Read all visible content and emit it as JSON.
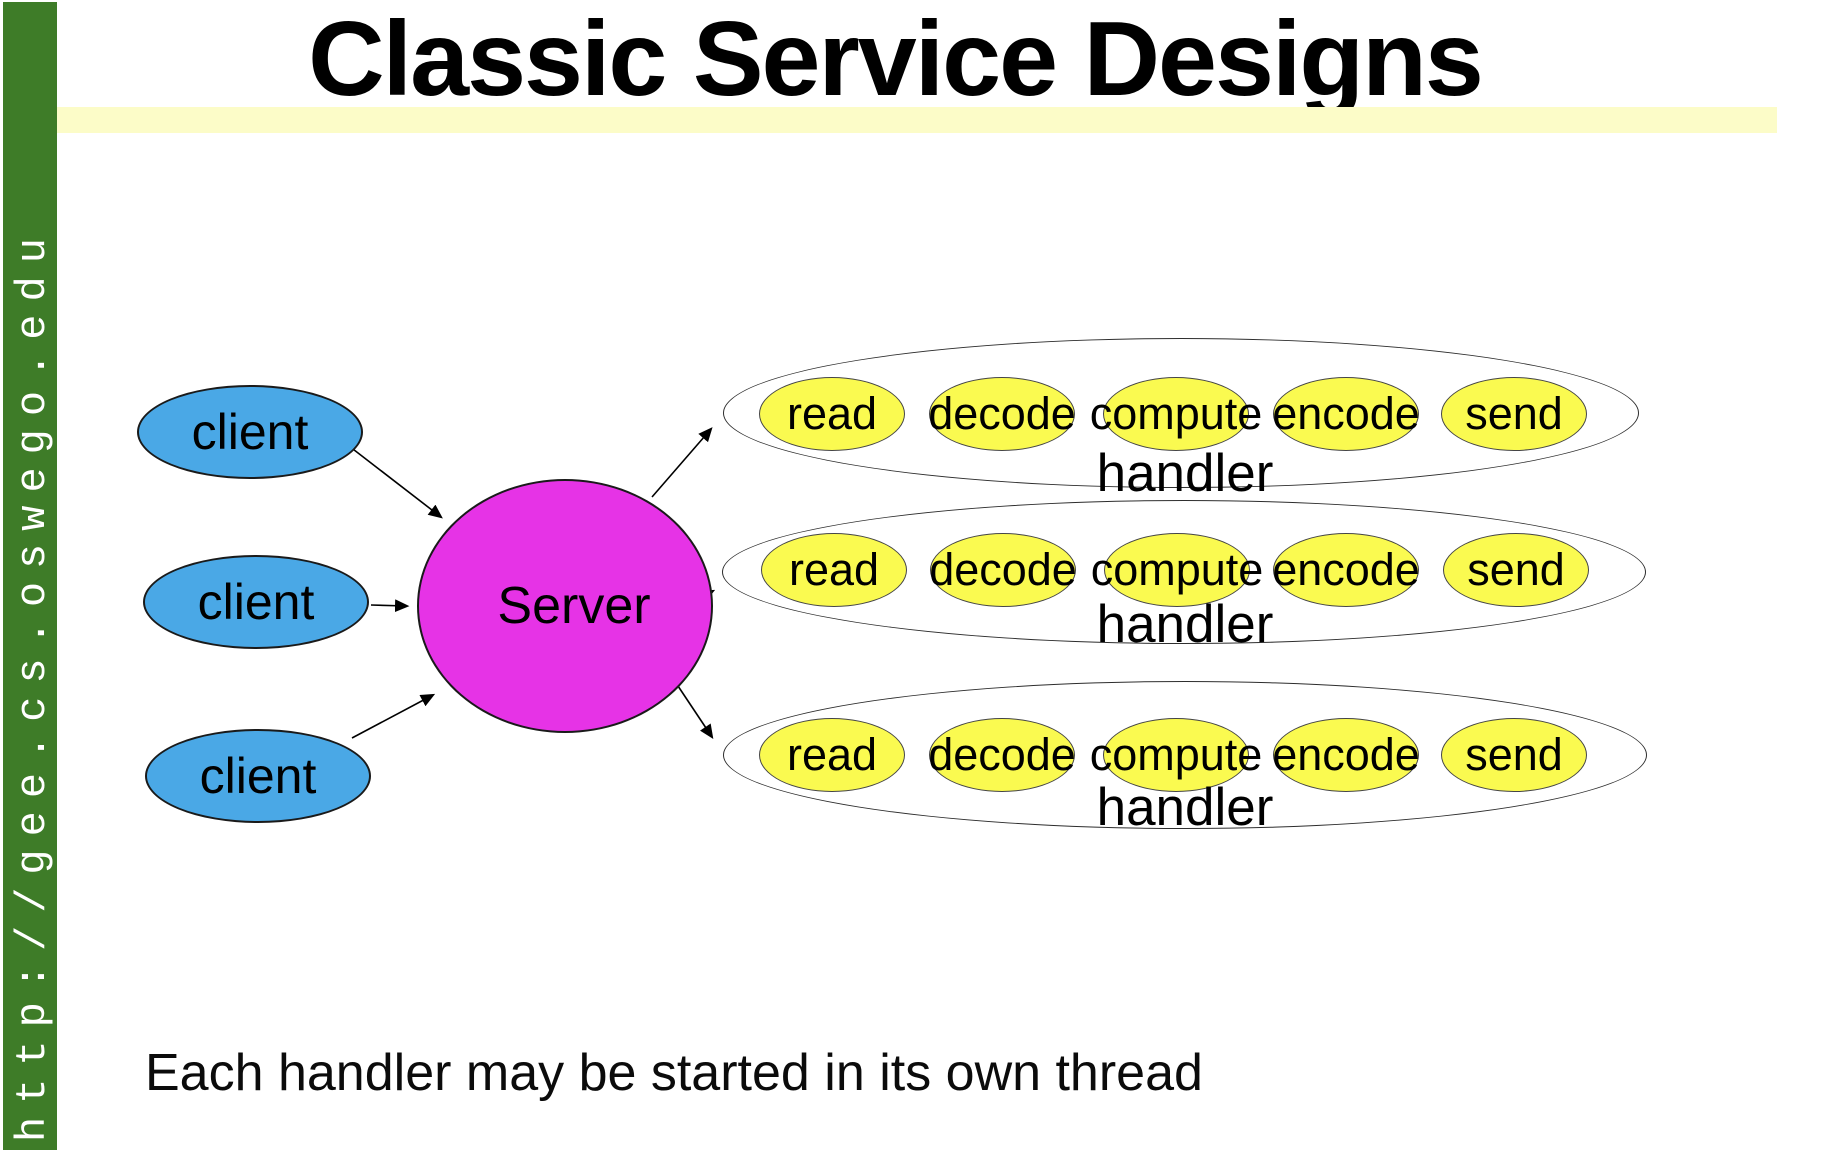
{
  "sidebar": {
    "url": "http://gee.cs.oswego.edu"
  },
  "header": {
    "title": "Classic Service Designs"
  },
  "diagram": {
    "clients": [
      {
        "label": "client"
      },
      {
        "label": "client"
      },
      {
        "label": "client"
      }
    ],
    "server": {
      "label": "Server"
    },
    "handlers": [
      {
        "label": "handler",
        "stages": [
          "read",
          "decode",
          "compute",
          "encode",
          "send"
        ]
      },
      {
        "label": "handler",
        "stages": [
          "read",
          "decode",
          "compute",
          "encode",
          "send"
        ]
      },
      {
        "label": "handler",
        "stages": [
          "read",
          "decode",
          "compute",
          "encode",
          "send"
        ]
      }
    ]
  },
  "footer": {
    "caption": "Each handler may be started in its own thread"
  },
  "colors": {
    "sidebar_green": "#3E7C28",
    "highlight_yellow": "#FCFCC8",
    "client_blue": "#4AA8E6",
    "server_magenta": "#E633E6",
    "stage_yellow": "#FAFA50"
  }
}
